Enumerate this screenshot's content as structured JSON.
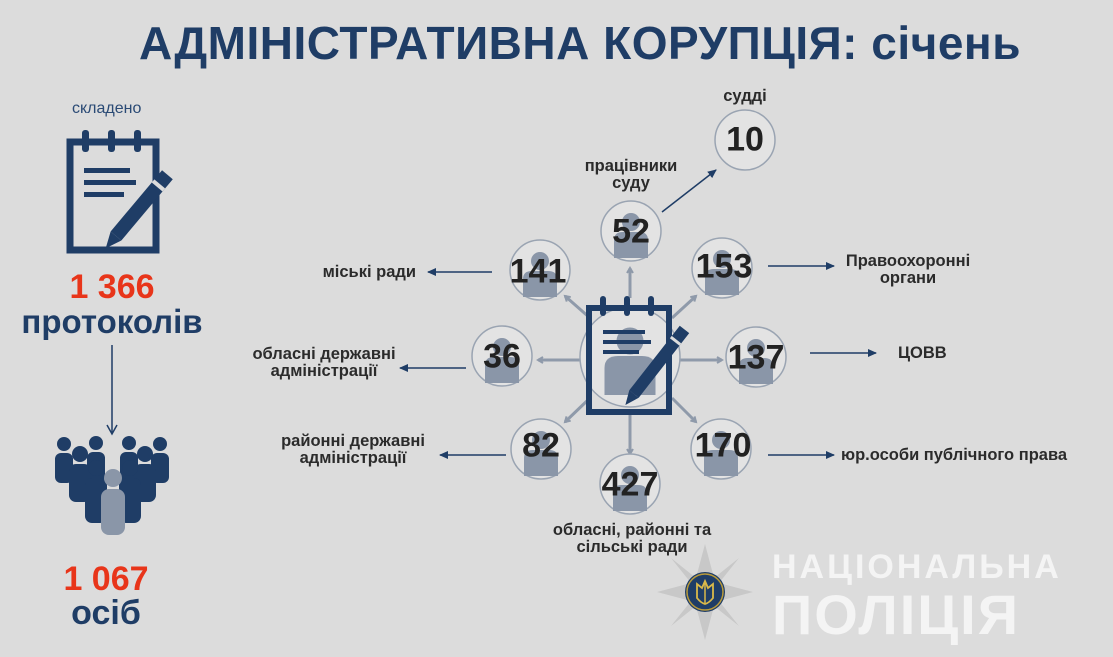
{
  "title": "АДМІНІСТРАТИВНА КОРУПЦІЯ: січень",
  "left": {
    "composed_label": "складено",
    "protocols_count": "1 366",
    "protocols_label": "протоколів",
    "persons_count": "1 067",
    "persons_label": "осіб"
  },
  "nodes": {
    "judges": {
      "value": "10",
      "label": "судді"
    },
    "court_staff": {
      "value": "52",
      "label_line1": "працівники",
      "label_line2": "суду"
    },
    "city_councils": {
      "value": "141",
      "label": "міські ради"
    },
    "law_enforcement": {
      "value": "153",
      "label_line1": "Правоохоронні",
      "label_line2": "органи"
    },
    "regional_admin": {
      "value": "36",
      "label_line1": "обласні державні",
      "label_line2": "адміністрації"
    },
    "tsovv": {
      "value": "137",
      "label": "ЦОВВ"
    },
    "district_admin": {
      "value": "82",
      "label_line1": "районні державні",
      "label_line2": "адміністрації"
    },
    "public_law_entities": {
      "value": "170",
      "label": "юр.особи публічного права"
    },
    "local_councils": {
      "value": "427",
      "label_line1": "обласні, районні та",
      "label_line2": "сільські ради"
    }
  },
  "logo": {
    "line1": "НАЦІОНАЛЬНА",
    "line2": "ПОЛІЦІЯ"
  },
  "colors": {
    "navy": "#1f3d66",
    "accent_red": "#e8351a",
    "background": "#dcdcdc",
    "circle_fill": "#e3e3e3",
    "circle_stroke": "#9aa4b2",
    "person_gray": "#8a96a8",
    "arrow_gray": "#8f9aaa"
  },
  "icons": [
    "notepad-pencil-icon",
    "people-crowd-icon",
    "person-icon",
    "police-star-emblem-icon"
  ]
}
